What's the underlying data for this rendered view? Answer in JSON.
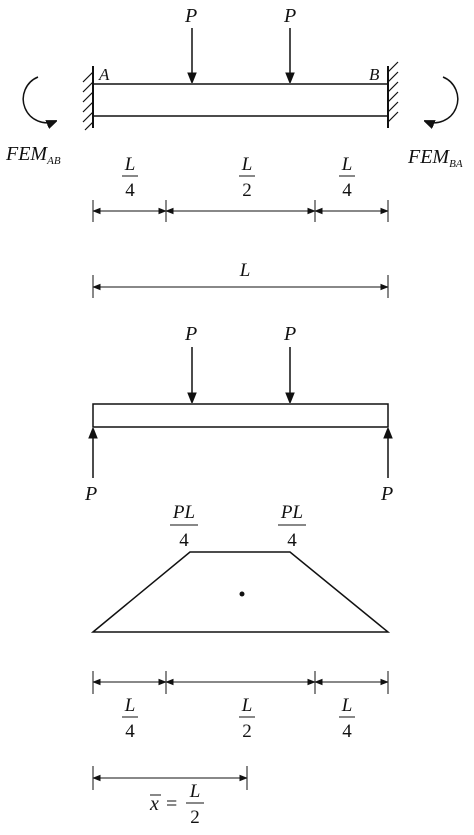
{
  "beam1": {
    "load_left": "P",
    "load_right": "P",
    "support_left": "A",
    "support_right": "B",
    "moment_left": {
      "main": "FEM",
      "sub": "AB"
    },
    "moment_right": {
      "main": "FEM",
      "sub": "BA"
    }
  },
  "dims1": {
    "seg1": {
      "num": "L",
      "den": "4"
    },
    "seg2": {
      "num": "L",
      "den": "2"
    },
    "seg3": {
      "num": "L",
      "den": "4"
    },
    "total": "L"
  },
  "beam2": {
    "load_left": "P",
    "load_right": "P",
    "reaction_left": "P",
    "reaction_right": "P"
  },
  "moment_diagram": {
    "peak_left": {
      "num": "PL",
      "den": "4"
    },
    "peak_right": {
      "num": "PL",
      "den": "4"
    }
  },
  "dims2": {
    "seg1": {
      "num": "L",
      "den": "4"
    },
    "seg2": {
      "num": "L",
      "den": "2"
    },
    "seg3": {
      "num": "L",
      "den": "4"
    }
  },
  "centroid": {
    "var": "x",
    "eq": "=",
    "num": "L",
    "den": "2"
  }
}
